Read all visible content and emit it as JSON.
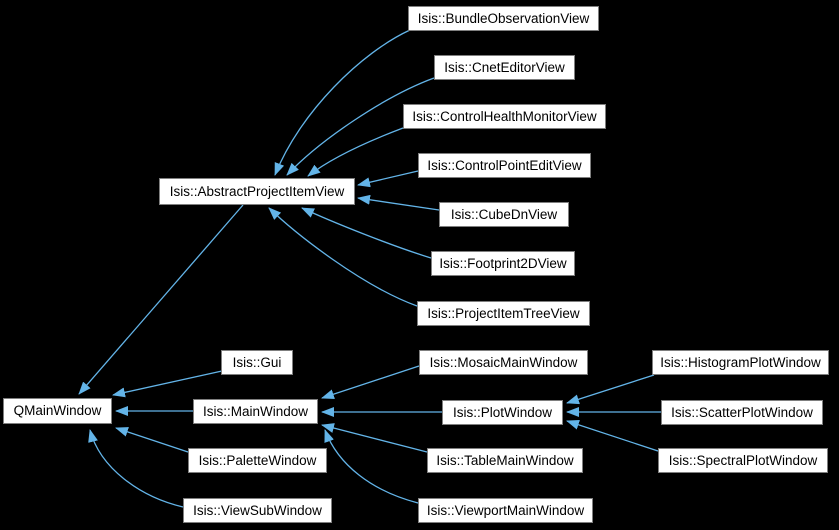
{
  "diagram": {
    "kind": "class-inheritance-graph",
    "nodes": {
      "qmainwindow": {
        "label": "QMainWindow"
      },
      "abstractprojectitemview": {
        "label": "Isis::AbstractProjectItemView"
      },
      "bundleobservationview": {
        "label": "Isis::BundleObservationView"
      },
      "cneteditorview": {
        "label": "Isis::CnetEditorView"
      },
      "controlhealthmonitorview": {
        "label": "Isis::ControlHealthMonitorView"
      },
      "controlpointeditview": {
        "label": "Isis::ControlPointEditView"
      },
      "cubednview": {
        "label": "Isis::CubeDnView"
      },
      "footprint2dview": {
        "label": "Isis::Footprint2DView"
      },
      "projectitemtreeview": {
        "label": "Isis::ProjectItemTreeView"
      },
      "gui": {
        "label": "Isis::Gui"
      },
      "mainwindow": {
        "label": "Isis::MainWindow"
      },
      "palettewindow": {
        "label": "Isis::PaletteWindow"
      },
      "viewsubwindow": {
        "label": "Isis::ViewSubWindow"
      },
      "mosaicmainwindow": {
        "label": "Isis::MosaicMainWindow"
      },
      "plotwindow": {
        "label": "Isis::PlotWindow"
      },
      "tablemainwindow": {
        "label": "Isis::TableMainWindow"
      },
      "viewportmainwindow": {
        "label": "Isis::ViewportMainWindow"
      },
      "histogramplotwindow": {
        "label": "Isis::HistogramPlotWindow"
      },
      "scatterplotwindow": {
        "label": "Isis::ScatterPlotWindow"
      },
      "spectralplotwindow": {
        "label": "Isis::SpectralPlotWindow"
      }
    },
    "edges": [
      {
        "from": "Isis::BundleObservationView",
        "to": "Isis::AbstractProjectItemView"
      },
      {
        "from": "Isis::CnetEditorView",
        "to": "Isis::AbstractProjectItemView"
      },
      {
        "from": "Isis::ControlHealthMonitorView",
        "to": "Isis::AbstractProjectItemView"
      },
      {
        "from": "Isis::ControlPointEditView",
        "to": "Isis::AbstractProjectItemView"
      },
      {
        "from": "Isis::CubeDnView",
        "to": "Isis::AbstractProjectItemView"
      },
      {
        "from": "Isis::Footprint2DView",
        "to": "Isis::AbstractProjectItemView"
      },
      {
        "from": "Isis::ProjectItemTreeView",
        "to": "Isis::AbstractProjectItemView"
      },
      {
        "from": "Isis::AbstractProjectItemView",
        "to": "QMainWindow"
      },
      {
        "from": "Isis::Gui",
        "to": "QMainWindow"
      },
      {
        "from": "Isis::MainWindow",
        "to": "QMainWindow"
      },
      {
        "from": "Isis::PaletteWindow",
        "to": "QMainWindow"
      },
      {
        "from": "Isis::ViewSubWindow",
        "to": "QMainWindow"
      },
      {
        "from": "Isis::MosaicMainWindow",
        "to": "Isis::MainWindow"
      },
      {
        "from": "Isis::PlotWindow",
        "to": "Isis::MainWindow"
      },
      {
        "from": "Isis::TableMainWindow",
        "to": "Isis::MainWindow"
      },
      {
        "from": "Isis::ViewportMainWindow",
        "to": "Isis::MainWindow"
      },
      {
        "from": "Isis::HistogramPlotWindow",
        "to": "Isis::PlotWindow"
      },
      {
        "from": "Isis::ScatterPlotWindow",
        "to": "Isis::PlotWindow"
      },
      {
        "from": "Isis::SpectralPlotWindow",
        "to": "Isis::PlotWindow"
      }
    ],
    "colors": {
      "background": "#000000",
      "edge": "#63b4e8",
      "node_bg": "#ffffff",
      "node_border": "#7f7f7f",
      "node_text": "#000000"
    }
  }
}
